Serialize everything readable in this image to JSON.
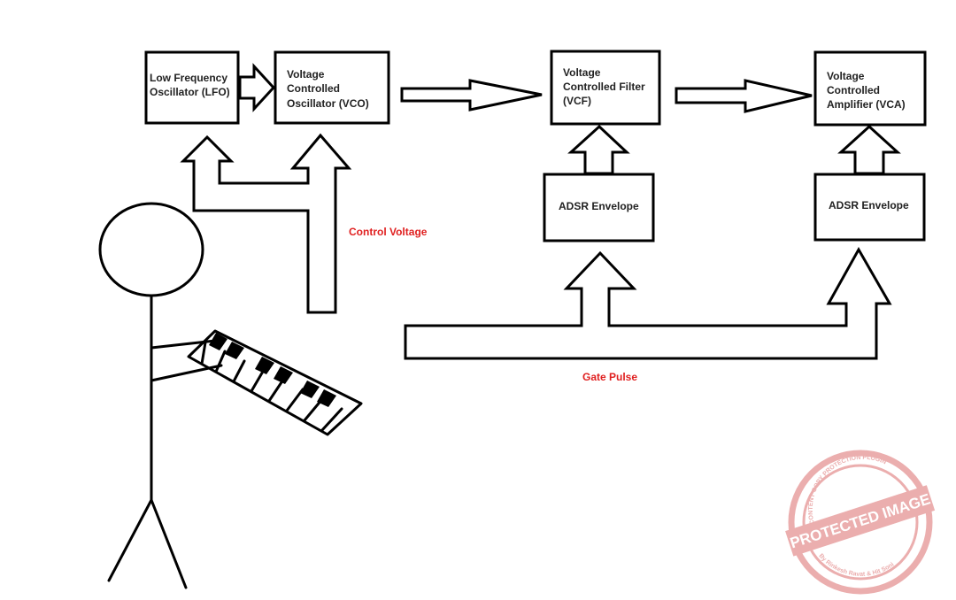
{
  "diagram": {
    "modules": {
      "lfo": [
        "Low Frequency",
        "Oscillator (LFO)"
      ],
      "vco": [
        "Voltage",
        "Controlled",
        "Oscillator (VCO)"
      ],
      "vcf": [
        "Voltage",
        "Controlled Filter",
        "(VCF)"
      ],
      "vca": [
        "Voltage",
        "Controlled",
        "Amplifier (VCA)"
      ],
      "env_filter": "ADSR Envelope",
      "env_amp": "ADSR Envelope"
    },
    "labels": {
      "control_voltage": "Control Voltage",
      "gate_pulse": "Gate Pulse"
    },
    "colors": {
      "label_red": "#e02020",
      "stamp": "#e8a0a0"
    },
    "stamp": {
      "text_main": "PROTECTED IMAGE",
      "text_top": "CONTENT COPY PROTECTION PLUGIN",
      "text_bottom": "By Rinkesh Ravat & Hit Soni"
    },
    "figure": {
      "description_icon": "stick-figure-playing-keyboard"
    }
  }
}
